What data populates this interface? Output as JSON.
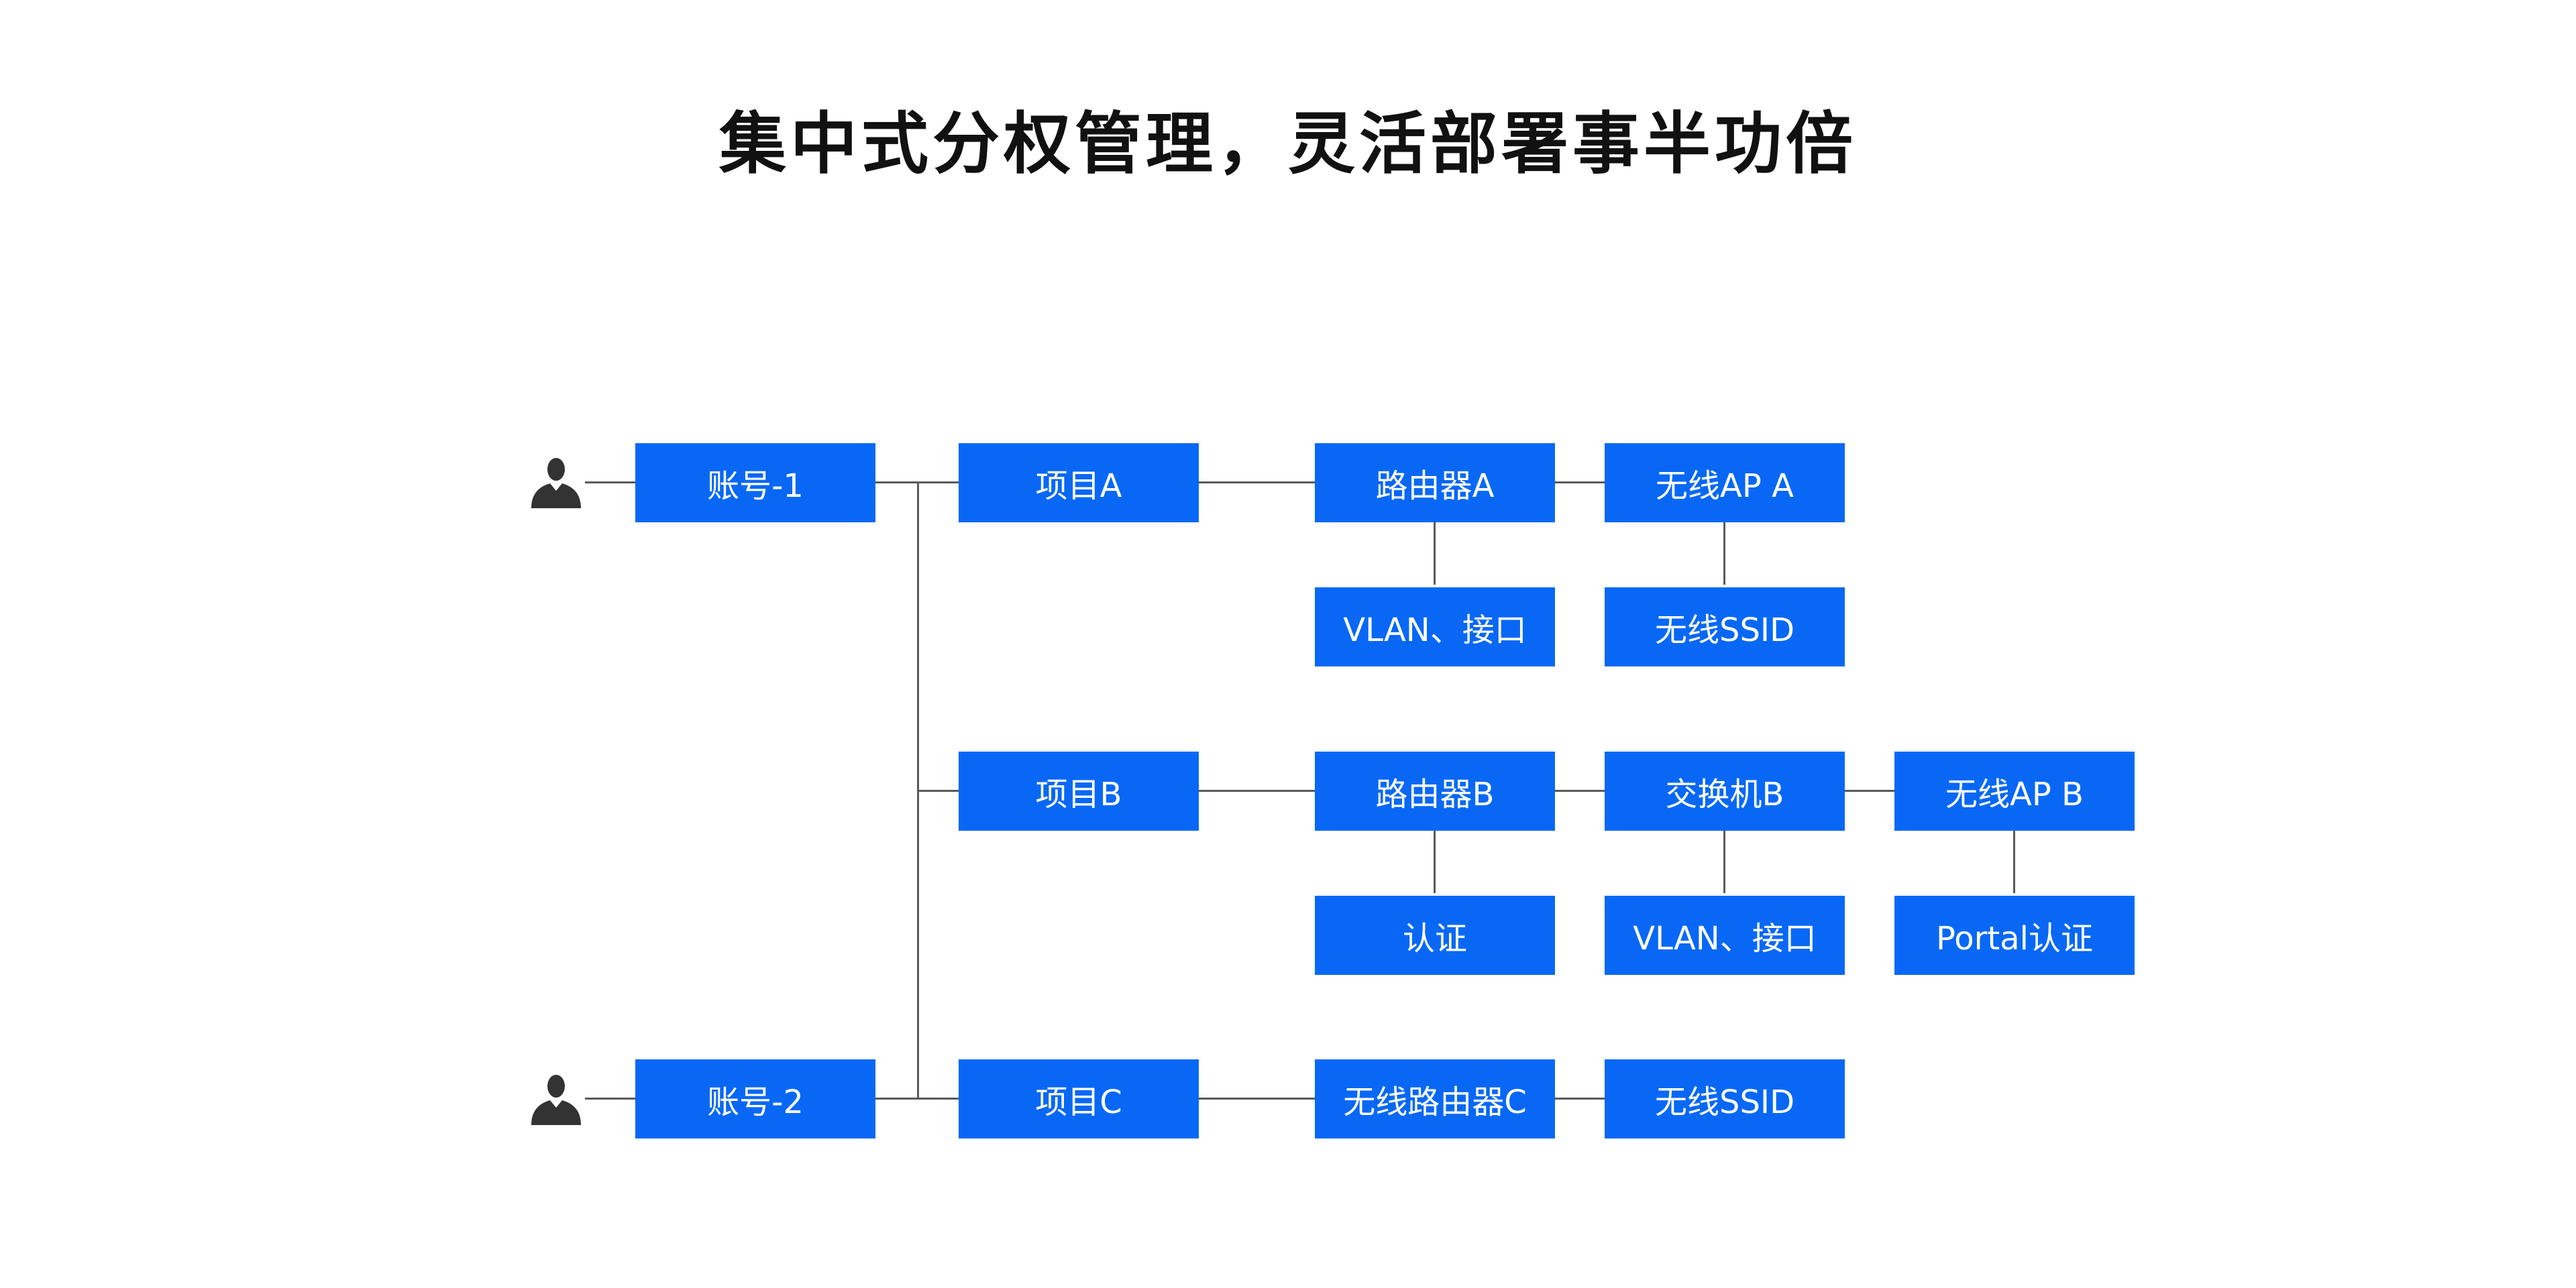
{
  "title": "集中式分权管理，灵活部署事半功倍",
  "icons": {
    "user": "person-icon",
    "color": "#333333"
  },
  "colors": {
    "box": "#0868f5",
    "box_text": "#ffffff",
    "line": "#5a5a5a",
    "title": "#111111"
  },
  "accounts": [
    {
      "label": "账号-1"
    },
    {
      "label": "账号-2"
    }
  ],
  "projects": [
    {
      "label": "项目A",
      "devices": [
        {
          "label": "路由器A",
          "config": "VLAN、接口"
        },
        {
          "label": "无线AP A",
          "config": "无线SSID"
        }
      ]
    },
    {
      "label": "项目B",
      "devices": [
        {
          "label": "路由器B",
          "config": "认证"
        },
        {
          "label": "交换机B",
          "config": "VLAN、接口"
        },
        {
          "label": "无线AP B",
          "config": "Portal认证"
        }
      ]
    },
    {
      "label": "项目C",
      "devices": [
        {
          "label": "无线路由器C"
        },
        {
          "label": "无线SSID"
        }
      ]
    }
  ]
}
